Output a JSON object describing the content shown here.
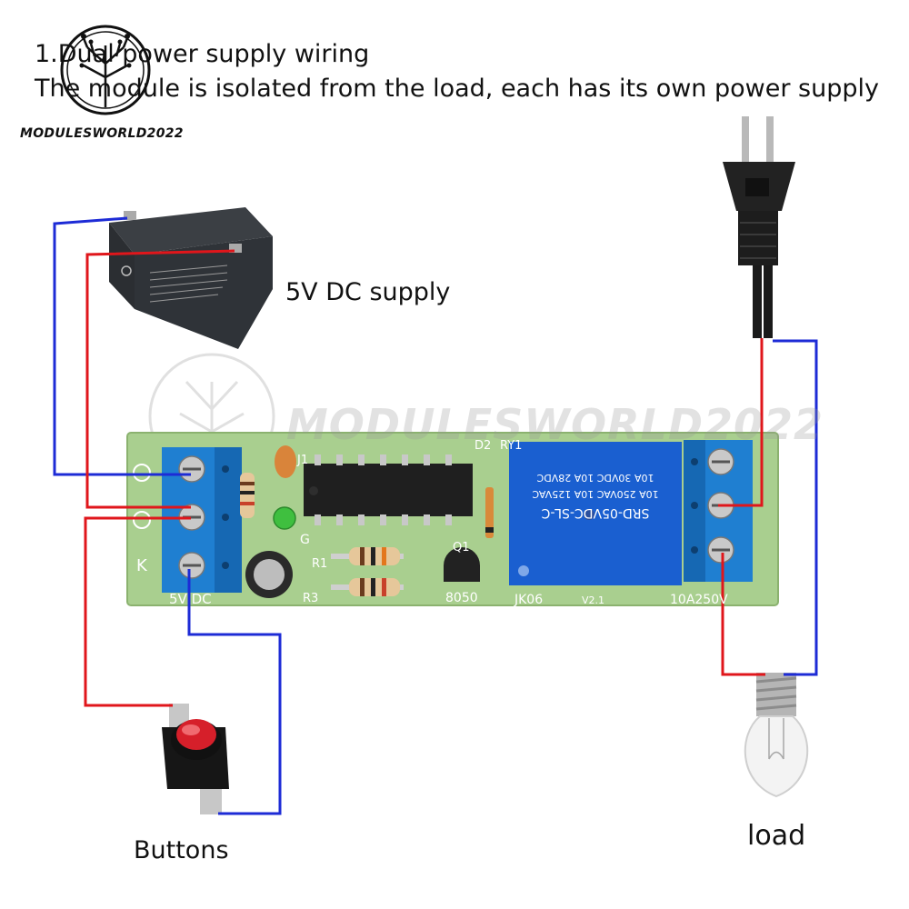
{
  "heading": {
    "line1": "1.Dual power supply wiring",
    "line2": "The module is isolated from the load, each has its own power supply"
  },
  "brand": "MODULESWORLD2022",
  "watermark": "MODULESWORLD2022",
  "labels": {
    "supply": "5V DC supply",
    "buttons": "Buttons",
    "load": "load"
  },
  "board": {
    "input_label": "5V DC",
    "output_label": "10A250V",
    "relay_line1": "SRD-05VDC-SL-C",
    "relay_line2": "10A 250VAC  10A 125VAC",
    "relay_line3": "10A 30VDC  10A 28VDC",
    "model": "JK06",
    "version": "V2.1",
    "transistor": "8050",
    "ref_j1": "J1",
    "ref_g": "G",
    "ref_r1": "R1",
    "ref_r3": "R3",
    "ref_q1": "Q1",
    "ref_d2": "D2",
    "ref_ry1": "RY1"
  },
  "colors": {
    "wire_positive": "#e0161b",
    "wire_negative": "#1d2bd6",
    "pcb": "#a9cf8f",
    "terminal": "#1f7fd1",
    "relay": "#1a5fd0"
  }
}
